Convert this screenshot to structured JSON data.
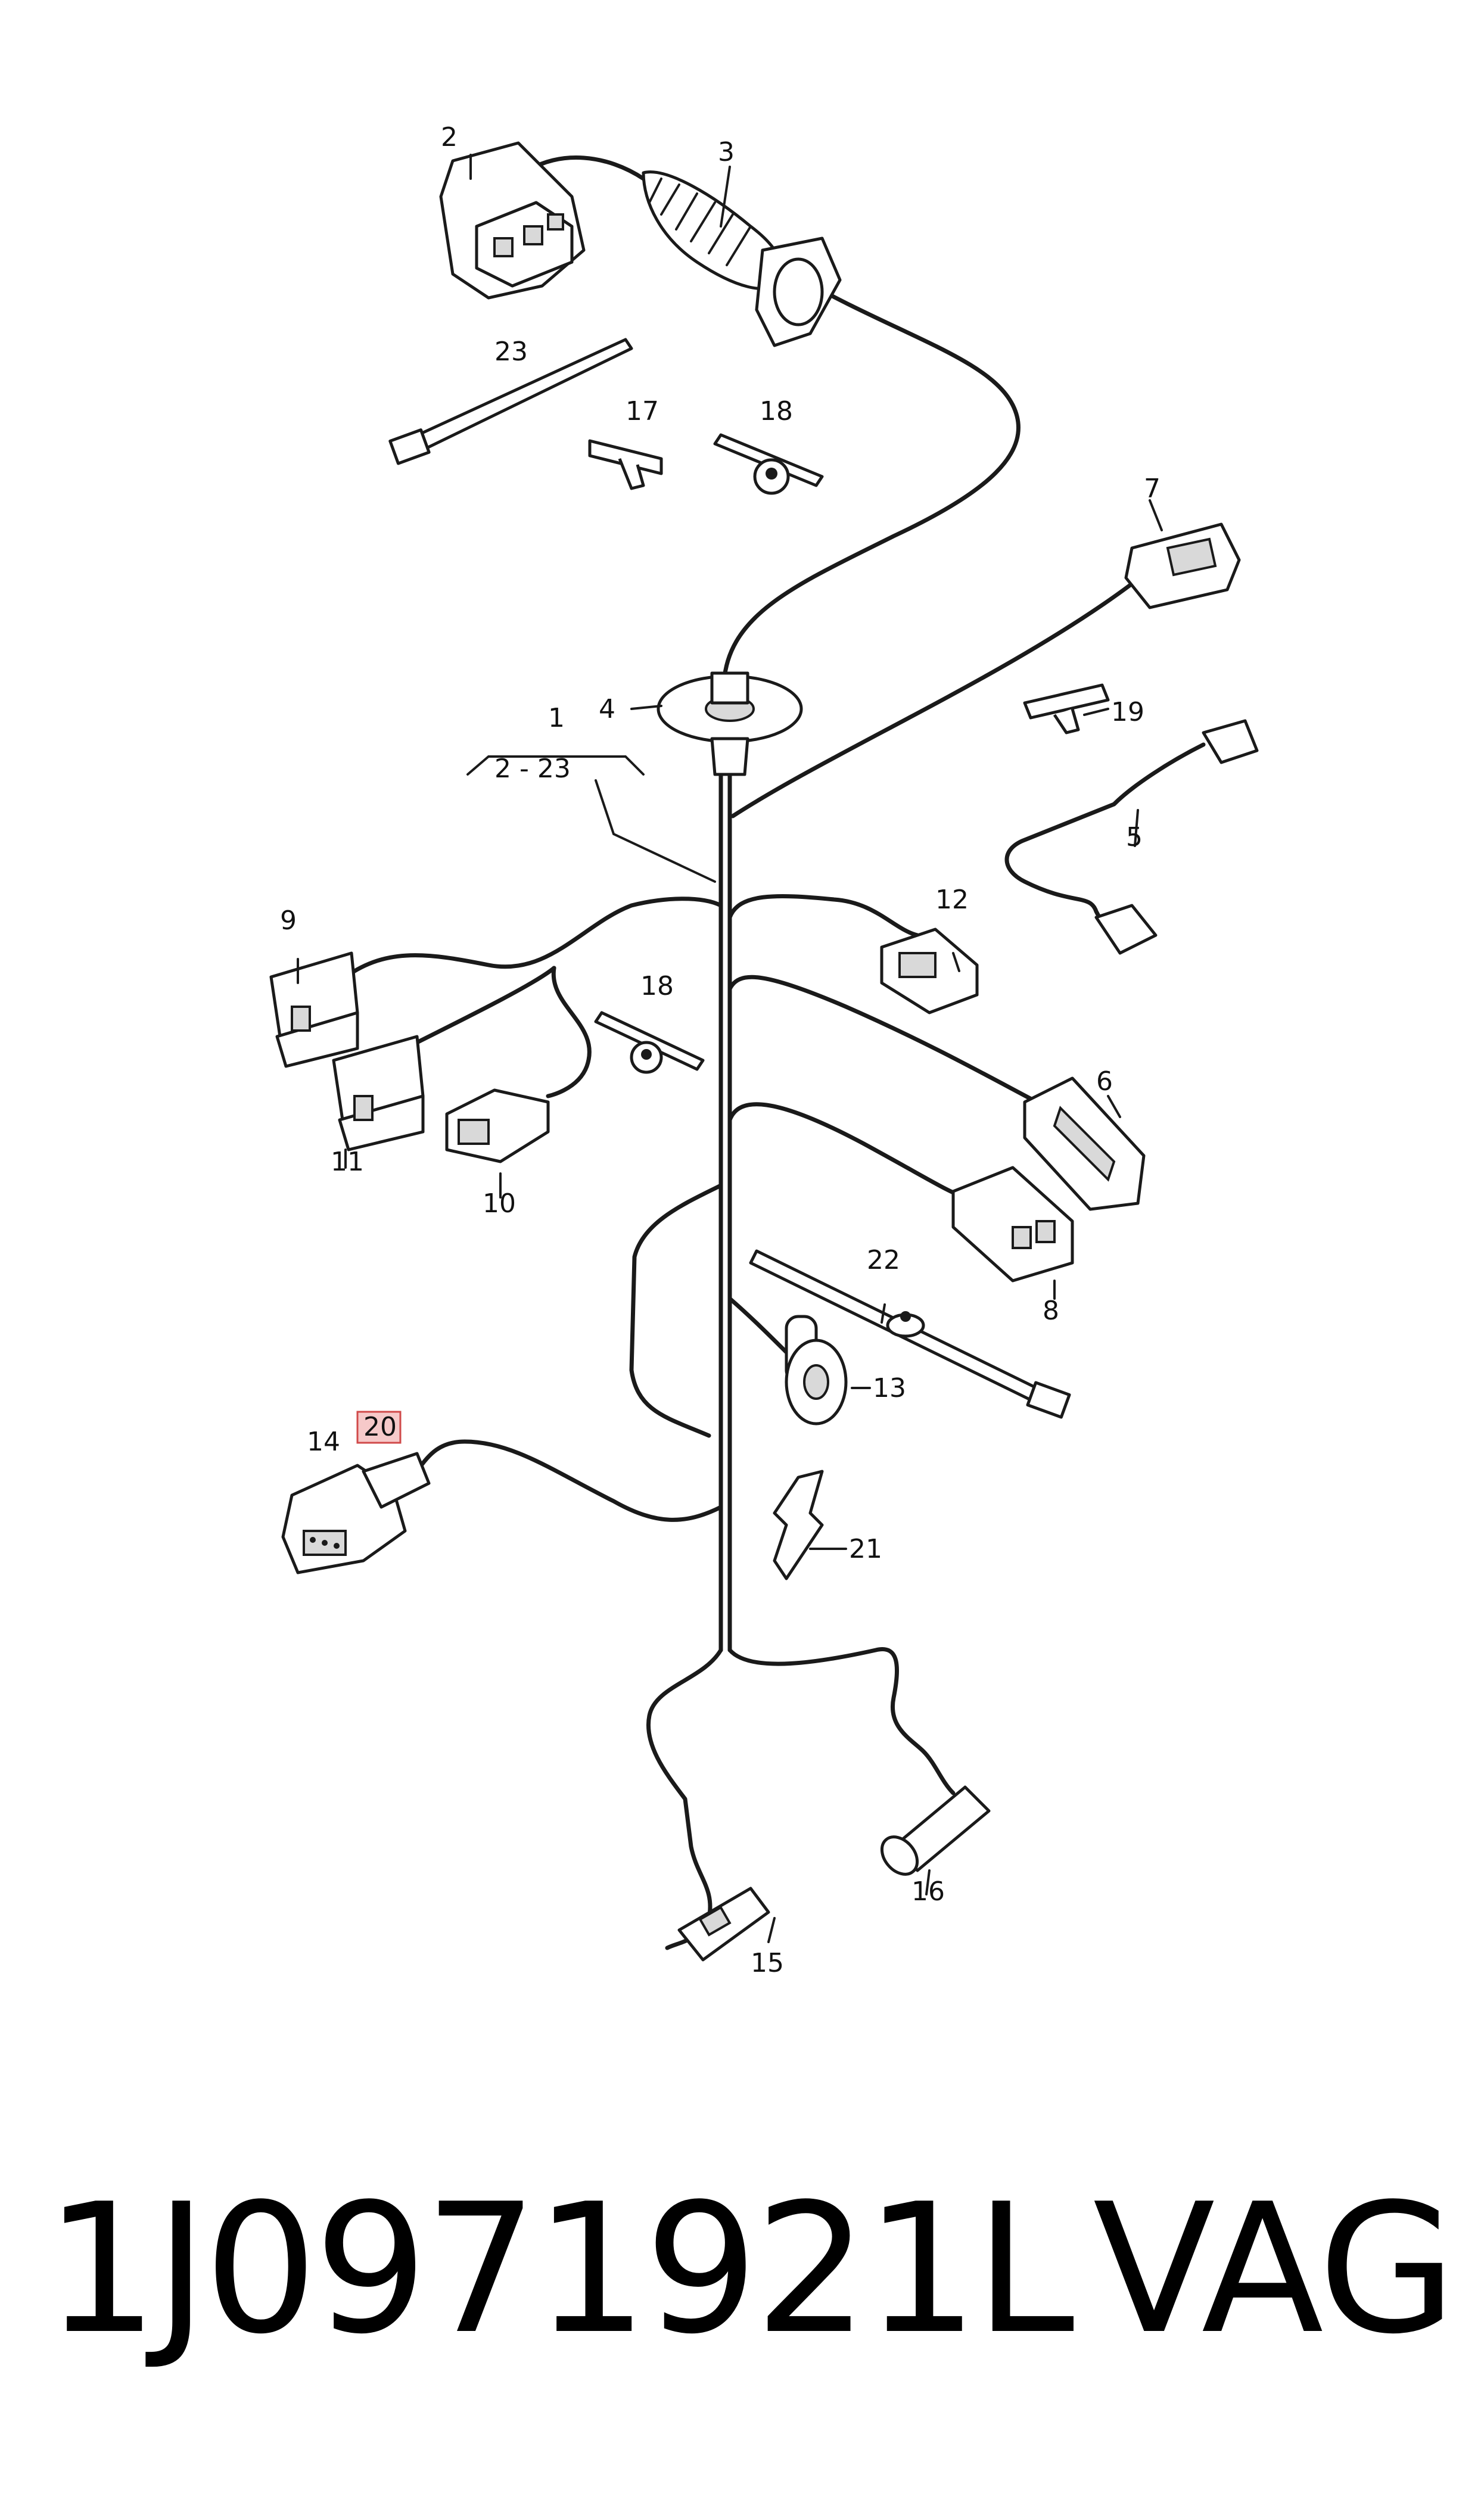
{
  "diagram": {
    "labels": {
      "l1": "1",
      "l1_range": "2 - 23",
      "l2": "2",
      "l3": "3",
      "l4": "4",
      "l5": "5",
      "l6": "6",
      "l7": "7",
      "l8": "8",
      "l9": "9",
      "l10": "10",
      "l11": "11",
      "l12": "12",
      "l13": "13",
      "l14": "14",
      "l15": "15",
      "l16": "16",
      "l17": "17",
      "l18a": "18",
      "l18b": "18",
      "l19": "19",
      "l20": "20",
      "l21": "21",
      "l22": "22",
      "l23": "23"
    },
    "highlight_color": "#f6c9c9"
  },
  "footer": {
    "part_number": "1J0971921L",
    "brand": "VAG"
  }
}
